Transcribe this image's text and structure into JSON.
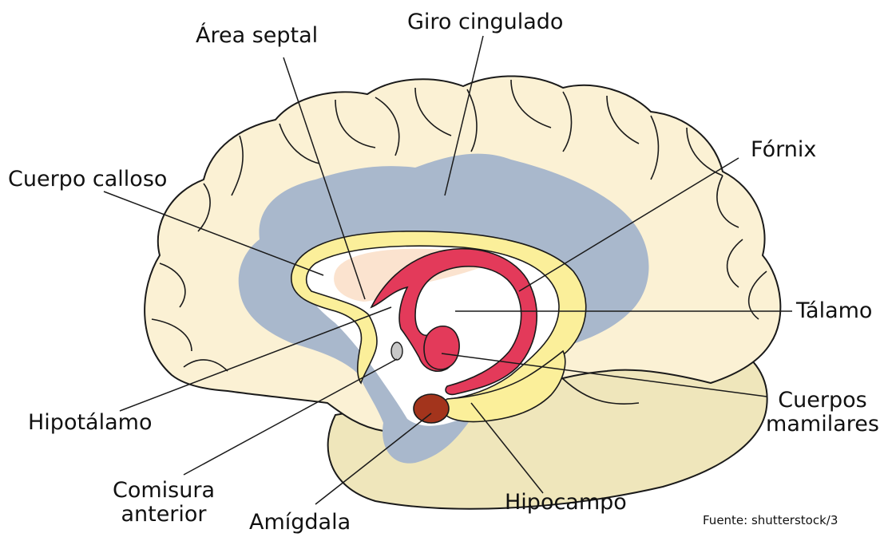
{
  "labels": {
    "area_septal": "Área septal",
    "giro_cingulado": "Giro cingulado",
    "cuerpo_calloso": "Cuerpo calloso",
    "fornix": "Fórnix",
    "talamo": "Tálamo",
    "cuerpos_mamilares_1": "Cuerpos",
    "cuerpos_mamilares_2": "mamilares",
    "hipotalamo": "Hipotálamo",
    "comisura_anterior_1": "Comisura",
    "comisura_anterior_2": "anterior",
    "amigdala": "Amígdala",
    "hipocampo": "Hipocampo"
  },
  "source": "Fuente: shutterstock/3",
  "colors": {
    "cortex": "#fbf1d4",
    "cortex_shadow": "#efe6bb",
    "limbic_blue": "#a9b8cc",
    "corpus_callosum": "#fbef9a",
    "fornix": "#e33a5a",
    "amygdala": "#a3341c",
    "septal": "#fbe3cf",
    "commissure": "#c8c8c8",
    "outline": "#1a1a1a"
  }
}
